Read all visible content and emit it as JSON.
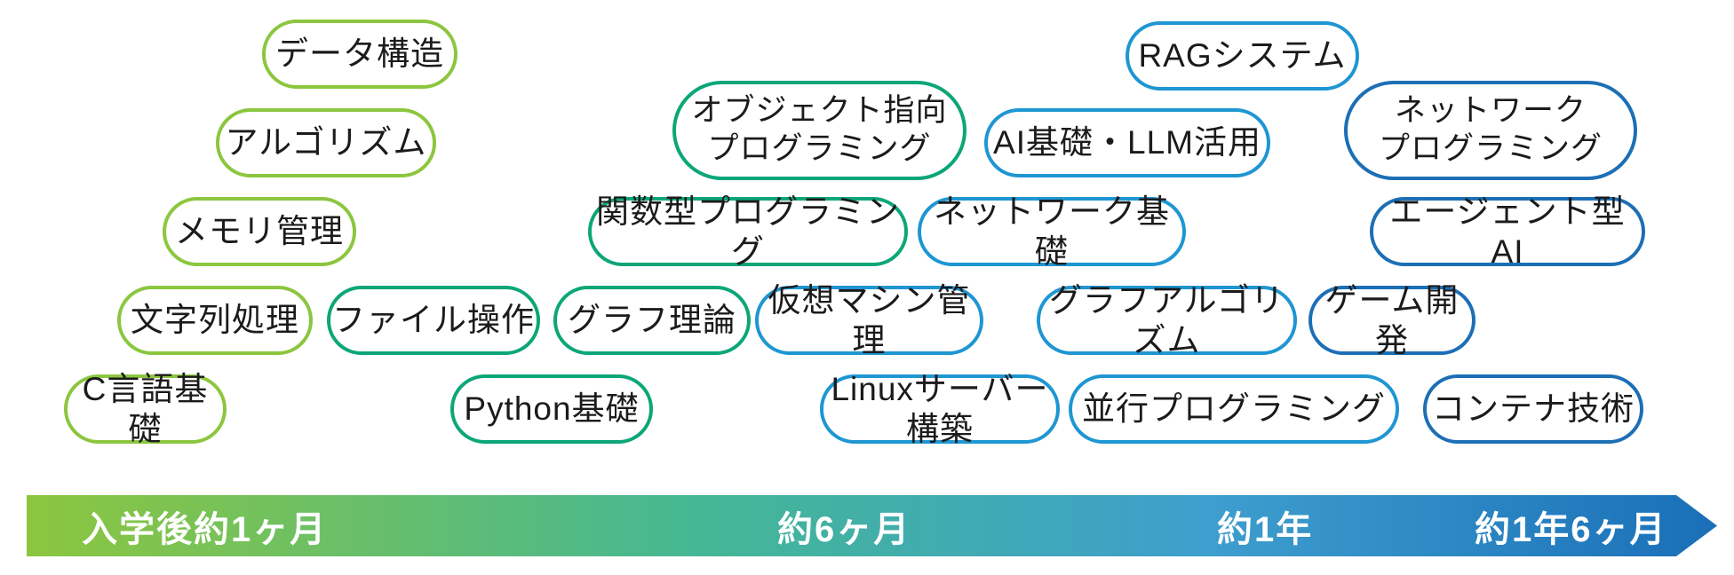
{
  "palette": {
    "green": "#8CC63F",
    "teal": "#0CA678",
    "blue": "#1E96D2",
    "darkblue": "#1C6FB5",
    "pill_text": "#1b1b1b",
    "timeline_text": "#ffffff"
  },
  "timeline_gradient": [
    "#8CC63F",
    "#45B795",
    "#3E9ECE",
    "#1A6FB8"
  ],
  "pills": [
    {
      "label": "C言語基礎",
      "color": "green"
    },
    {
      "label": "文字列処理",
      "color": "green"
    },
    {
      "label": "メモリ管理",
      "color": "green"
    },
    {
      "label": "アルゴリズム",
      "color": "green"
    },
    {
      "label": "データ構造",
      "color": "green"
    },
    {
      "label": "ファイル操作",
      "color": "teal"
    },
    {
      "label": "Python基礎",
      "color": "teal"
    },
    {
      "label": "グラフ理論",
      "color": "teal"
    },
    {
      "label": "関数型プログラミング",
      "color": "teal"
    },
    {
      "label": "オブジェクト指向\nプログラミング",
      "color": "teal"
    },
    {
      "label": "仮想マシン管理",
      "color": "blue"
    },
    {
      "label": "Linuxサーバー構築",
      "color": "blue"
    },
    {
      "label": "ネットワーク基礎",
      "color": "blue"
    },
    {
      "label": "AI基礎・LLM活用",
      "color": "blue"
    },
    {
      "label": "グラフアルゴリズム",
      "color": "blue"
    },
    {
      "label": "並行プログラミング",
      "color": "blue"
    },
    {
      "label": "RAGシステム",
      "color": "blue"
    },
    {
      "label": "ゲーム開発",
      "color": "darkblue"
    },
    {
      "label": "ネットワーク\nプログラミング",
      "color": "darkblue"
    },
    {
      "label": "エージェント型AI",
      "color": "darkblue"
    },
    {
      "label": "コンテナ技術",
      "color": "darkblue"
    }
  ],
  "timeline": {
    "milestones": [
      {
        "label": "入学後約1ヶ月"
      },
      {
        "label": "約6ヶ月"
      },
      {
        "label": "約1年"
      },
      {
        "label": "約1年6ヶ月"
      }
    ]
  }
}
